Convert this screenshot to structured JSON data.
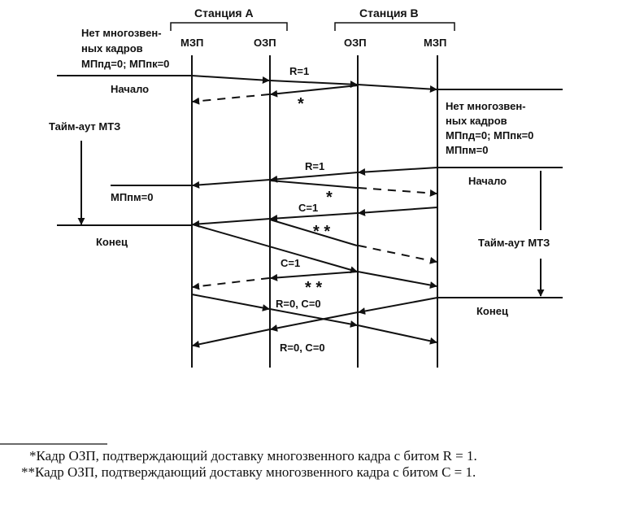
{
  "stations": {
    "a": "Станция А",
    "b": "Станция В"
  },
  "columns": {
    "a_mzp": "МЗП",
    "a_ozp": "ОЗП",
    "b_ozp": "ОЗП",
    "b_mzp": "МЗП"
  },
  "left_side": {
    "status_line1": "Нет многозвен-",
    "status_line2": "ных кадров",
    "status_line3": "МПпд=0; МПпк=0",
    "start": "Начало",
    "timeout": "Тайм-аут МТЗ",
    "mppm": "МПпм=0",
    "end": "Конец"
  },
  "right_side": {
    "status_line1": "Нет многозвен-",
    "status_line2": "ных кадров",
    "status_line3": "МПпд=0; МПпк=0",
    "status_line4": "МПпм=0",
    "start": "Начало",
    "timeout": "Тайм-аут МТЗ",
    "end": "Конец"
  },
  "messages": {
    "r1_a": "R=1",
    "r1_b": "R=1",
    "c1_a": "C=1",
    "c1_b": "C=1",
    "r0c0_a": "R=0, C=0",
    "r0c0_b": "R=0, C=0"
  },
  "marks": {
    "star1": "*",
    "star2": "*",
    "star3": "* *",
    "star4": "* *"
  },
  "footnotes": {
    "note1": "*Кадр ОЗП, подтверждающий доставку многозвенного кадра с битом R = 1.",
    "note2": "**Кадр ОЗП, подтверждающий доставку многозвенного кадра с битом C = 1."
  }
}
